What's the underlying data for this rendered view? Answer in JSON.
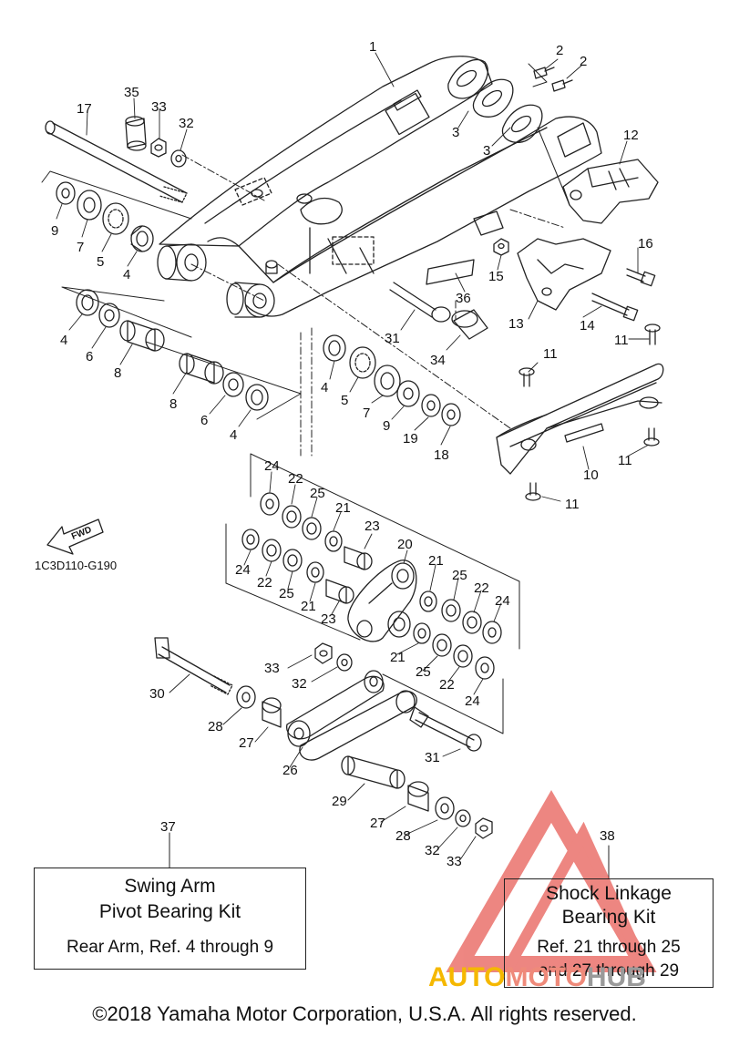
{
  "diagram_code": "1C3D110-G190",
  "fwd_label": "FWD",
  "callouts": {
    "c1": "1",
    "c2a": "2",
    "c2b": "2",
    "c3a": "3",
    "c3b": "3",
    "c4a": "4",
    "c4b": "4",
    "c4c": "4",
    "c4d": "4",
    "c5a": "5",
    "c5b": "5",
    "c6a": "6",
    "c6b": "6",
    "c7a": "7",
    "c7b": "7",
    "c8a": "8",
    "c8b": "8",
    "c9a": "9",
    "c9b": "9",
    "c10": "10",
    "c11a": "11",
    "c11b": "11",
    "c11c": "11",
    "c11d": "11",
    "c12": "12",
    "c13": "13",
    "c14": "14",
    "c15": "15",
    "c16": "16",
    "c17": "17",
    "c18": "18",
    "c19": "19",
    "c20": "20",
    "c21a": "21",
    "c21b": "21",
    "c21c": "21",
    "c21d": "21",
    "c22a": "22",
    "c22b": "22",
    "c22c": "22",
    "c22d": "22",
    "c23a": "23",
    "c23b": "23",
    "c24a": "24",
    "c24b": "24",
    "c24c": "24",
    "c24d": "24",
    "c25a": "25",
    "c25b": "25",
    "c25c": "25",
    "c25d": "25",
    "c26": "26",
    "c27a": "27",
    "c27b": "27",
    "c28a": "28",
    "c28b": "28",
    "c29": "29",
    "c30": "30",
    "c31a": "31",
    "c31b": "31",
    "c32a": "32",
    "c32b": "32",
    "c32c": "32",
    "c33a": "33",
    "c33b": "33",
    "c33c": "33",
    "c34": "34",
    "c35": "35",
    "c36": "36",
    "c37": "37",
    "c38": "38"
  },
  "kit_left": {
    "number": "37",
    "title_line1": "Swing Arm",
    "title_line2": "Pivot Bearing Kit",
    "note": "Rear Arm, Ref. 4 through 9"
  },
  "kit_right": {
    "number": "38",
    "title_line1": "Shock Linkage",
    "title_line2": "Bearing Kit",
    "note_line1": "Ref. 21 through 25",
    "note_line2": "and 27 through 29"
  },
  "watermark": {
    "part1": "AUTO",
    "part2": "MOTO",
    "part3": "HUB",
    "color_red": "#e0241b",
    "color_yellow": "#f5b800"
  },
  "copyright": "©2018 Yamaha Motor Corporation, U.S.A. All rights reserved."
}
